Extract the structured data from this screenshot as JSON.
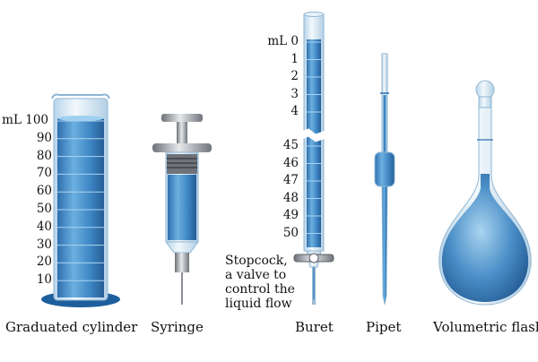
{
  "instruments": {
    "graduated_cylinder": {
      "caption": "Graduated cylinder",
      "scale": [
        "mL 100",
        "90",
        "80",
        "70",
        "60",
        "50",
        "40",
        "30",
        "20",
        "10"
      ]
    },
    "syringe": {
      "caption": "Syringe"
    },
    "buret": {
      "caption": "Buret",
      "scale_top": [
        "mL 0",
        "1",
        "2",
        "3",
        "4"
      ],
      "scale_bottom": [
        "45",
        "46",
        "47",
        "48",
        "49",
        "50"
      ],
      "stopcock_note": [
        "Stopcock,",
        "a valve to",
        "control the",
        "liquid flow"
      ]
    },
    "pipet": {
      "caption": "Pipet"
    },
    "volumetric_flask": {
      "caption": "Volumetric flask"
    }
  },
  "colors": {
    "liquid": "#3f86c4",
    "liquid_light": "#8cc2e8",
    "glass": "#d9ebf6",
    "glass_edge": "#8fb6d3",
    "base": "#1d5f9c",
    "metal": "#9aa0a6"
  }
}
